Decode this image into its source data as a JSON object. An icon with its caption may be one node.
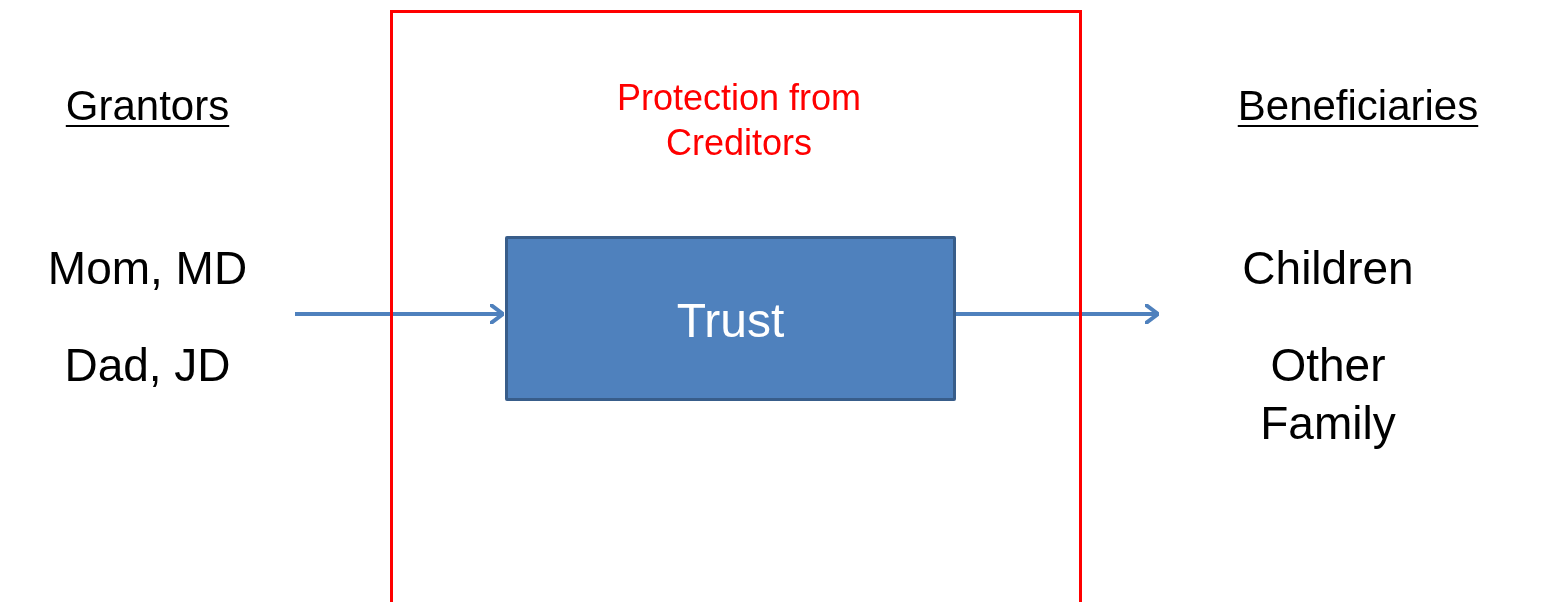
{
  "diagram": {
    "nodes": [
      {
        "text": [
          "Grantors",
          "Mom, MD",
          "Dad, JD"
        ]
      },
      {
        "text": [
          "Protection from Creditors"
        ]
      },
      {
        "text": [
          "Trust"
        ],
        "in": 1
      },
      {
        "text": [
          "Beneficiaries",
          "Children",
          "Other Family"
        ]
      }
    ],
    "edges": [
      {
        "from": 0,
        "to": 2,
        "arrow": "to"
      },
      {
        "from": 2,
        "to": 3,
        "arrow": "to"
      }
    ]
  }
}
